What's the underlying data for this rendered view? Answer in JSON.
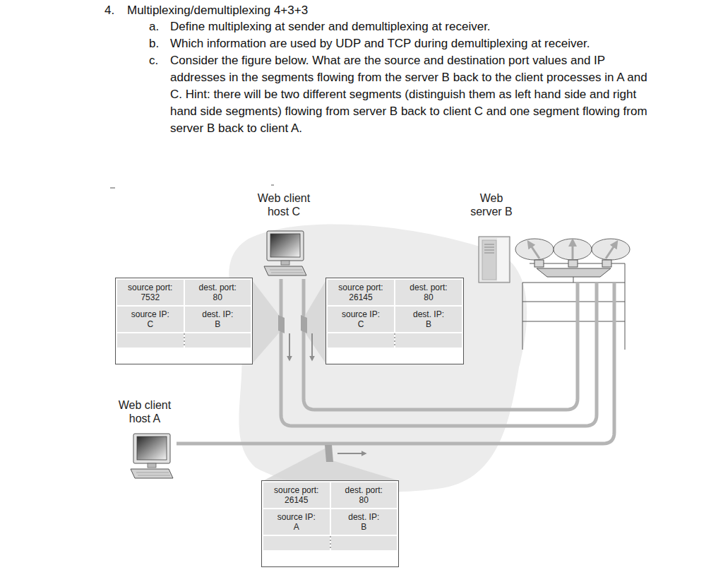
{
  "diagram": {
    "nodes": [
      {
        "text": [
          "Web client host C"
        ]
      },
      {
        "text": [
          "Web server B"
        ]
      },
      {
        "text": [
          "source port: 7532",
          "dest. port: 80",
          "source IP: C",
          "dest. IP: B"
        ]
      },
      {
        "text": [
          "source port: 26145",
          "dest. port: 80",
          "source IP: C",
          "dest. IP: B"
        ]
      },
      {
        "text": [
          "Web client host A"
        ]
      },
      {
        "text": [
          "source port: 26145",
          "dest. port: 80",
          "source IP: A",
          "dest. IP: B"
        ]
      }
    ],
    "edges": [
      {
        "from": 0,
        "to": 1,
        "arrow": "none"
      },
      {
        "from": 0,
        "to": 1,
        "arrow": "none"
      },
      {
        "from": 4,
        "to": 1,
        "arrow": "none"
      }
    ],
    "labels": [
      "4.",
      "Multiplexing/demultiplexing 4+3+3",
      "a.",
      "Define multiplexing at sender and demultiplexing at receiver.",
      "b.",
      "Which information are used by UDP and TCP during demultiplexing at receiver.",
      "c.",
      "Consider the figure below. What are the source and destination port values and IP addresses in the segments flowing from the server B back to the client processes in A and C. Hint: there will be two different segments (distinguish them as left hand side and right hand side segments) flowing from server B back to client C and one segment flowing from server B back to client A."
    ]
  }
}
